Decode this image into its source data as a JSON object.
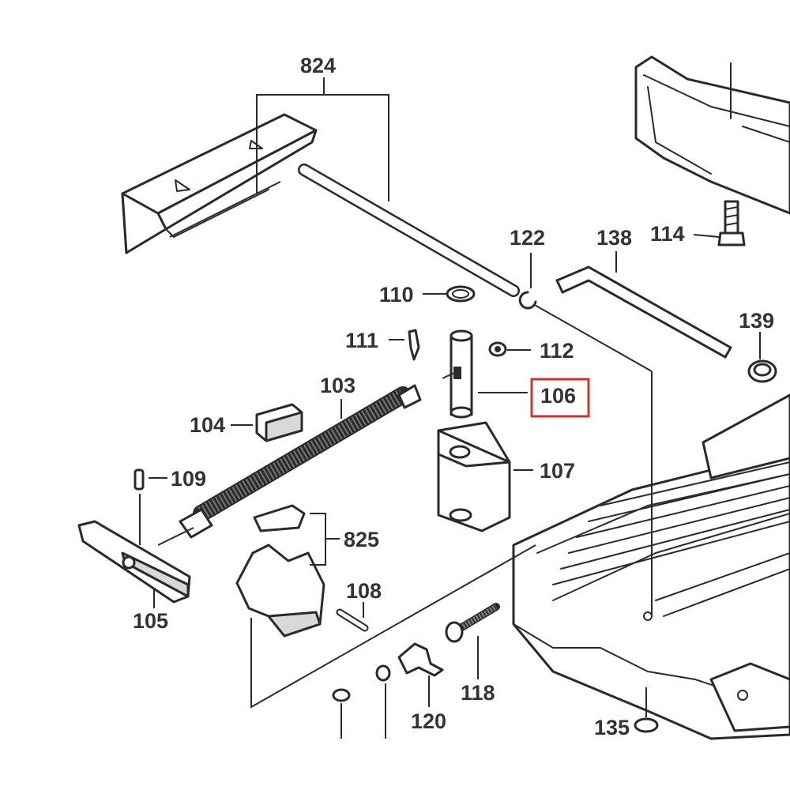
{
  "diagram": {
    "highlight_color": "#c0392b",
    "labels": {
      "p824": "824",
      "p122": "122",
      "p138": "138",
      "p114": "114",
      "p110": "110",
      "p139": "139",
      "p111": "111",
      "p112": "112",
      "p103": "103",
      "p106": "106",
      "p104": "104",
      "p107": "107",
      "p109": "109",
      "p825": "825",
      "p108": "108",
      "p105": "105",
      "p118": "118",
      "p120": "120",
      "p135": "135"
    },
    "highlighted_part": "106"
  }
}
